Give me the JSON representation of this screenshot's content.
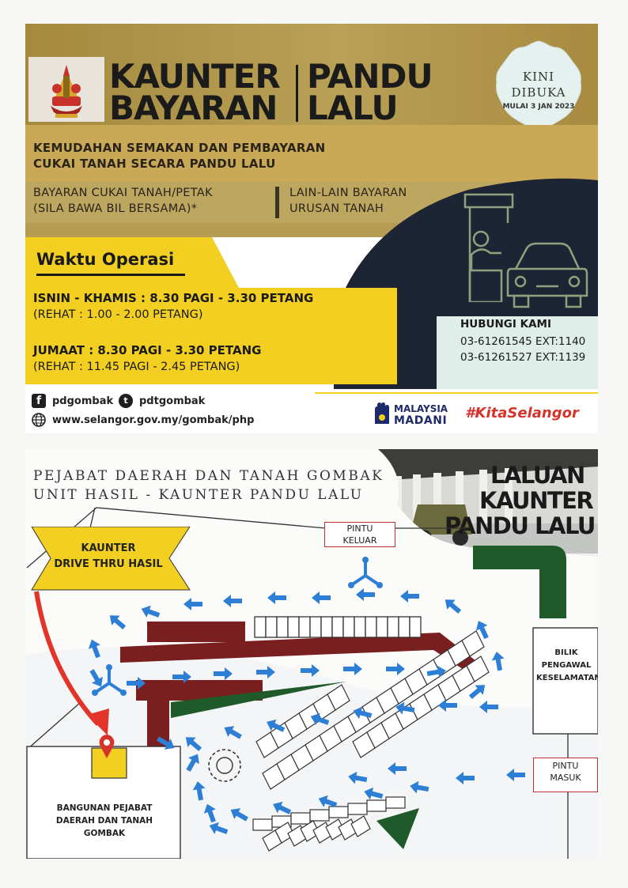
{
  "poster": {
    "title_line1_left": "KAUNTER",
    "title_line2_left": "BAYARAN",
    "title_line1_right": "PANDU",
    "title_line2_right": "LALU",
    "badge": {
      "line1": "KINI",
      "line2": "DIBUKA",
      "line3": "MULAI 3 JAN 2023"
    },
    "subtitle_line1": "KEMUDAHAN SEMAKAN DAN PEMBAYARAN",
    "subtitle_line2": "CUKAI TANAH SECARA PANDU LALU",
    "option_left_line1": "BAYARAN CUKAI TANAH/PETAK",
    "option_left_line2": "(SILA BAWA BIL BERSAMA)*",
    "option_right_line1": "LAIN-LAIN BAYARAN",
    "option_right_line2": "URUSAN TANAH",
    "waktu_title": "Waktu Operasi",
    "hours": {
      "weekday": "ISNIN - KHAMIS : 8.30 PAGI - 3.30 PETANG",
      "weekday_break": "(REHAT : 1.00 - 2.00 PETANG)",
      "friday": "JUMAAT : 8.30 PAGI - 3.30 PETANG",
      "friday_break": "(REHAT : 11.45 PAGI - 2.45 PETANG)"
    },
    "contact": {
      "title": "HUBUNGI KAMI",
      "phone1": "03-61261545 EXT:1140",
      "phone2": "03-61261527 EXT:1139"
    },
    "social": {
      "facebook": "pdgombak",
      "twitter": "pdtgombak",
      "website": "www.selangor.gov.my/gombak/php"
    },
    "brands": {
      "madani_line1": "MALAYSIA",
      "madani_line2": "MADANI",
      "kita_selangor": "#KitaSelangor"
    },
    "icons": [
      "crest-icon",
      "facebook-icon",
      "twitter-icon",
      "globe-icon",
      "drive-thru-booth-icon",
      "car-icon",
      "madani-hand-icon"
    ],
    "colors": {
      "gold": "#b8a055",
      "yellow": "#f2cf21",
      "navy": "#1d2433",
      "mint": "#dfeee9",
      "red": "#c0302a"
    }
  },
  "map": {
    "heading_line1": "PEJABAT DAERAH DAN TANAH GOMBAK",
    "heading_line2": "UNIT HASIL - KAUNTER PANDU LALU",
    "laluan_line1": "LALUAN",
    "laluan_line2": "KAUNTER",
    "laluan_line3": "PANDU LALU",
    "kaunter_line1": "KAUNTER",
    "kaunter_line2": "DRIVE THRU HASIL",
    "pintu_keluar_line1": "PINTU",
    "pintu_keluar_line2": "KELUAR",
    "pintu_masuk_line1": "PINTU",
    "pintu_masuk_line2": "MASUK",
    "bilik_line1": "BILIK",
    "bilik_line2": "PENGAWAL",
    "bilik_line3": "KESELAMATAN",
    "bangunan_line1": "BANGUNAN PEJABAT",
    "bangunan_line2": "DAERAH DAN TANAH",
    "bangunan_line3": "GOMBAK",
    "icons": [
      "location-pin-icon",
      "arrow-icon",
      "roundabout-icon"
    ],
    "colors": {
      "arrow": "#2d7fd6",
      "barrier": "#7a1f1f",
      "green": "#1e5a2a",
      "yellow_sign": "#f2cf21"
    }
  }
}
